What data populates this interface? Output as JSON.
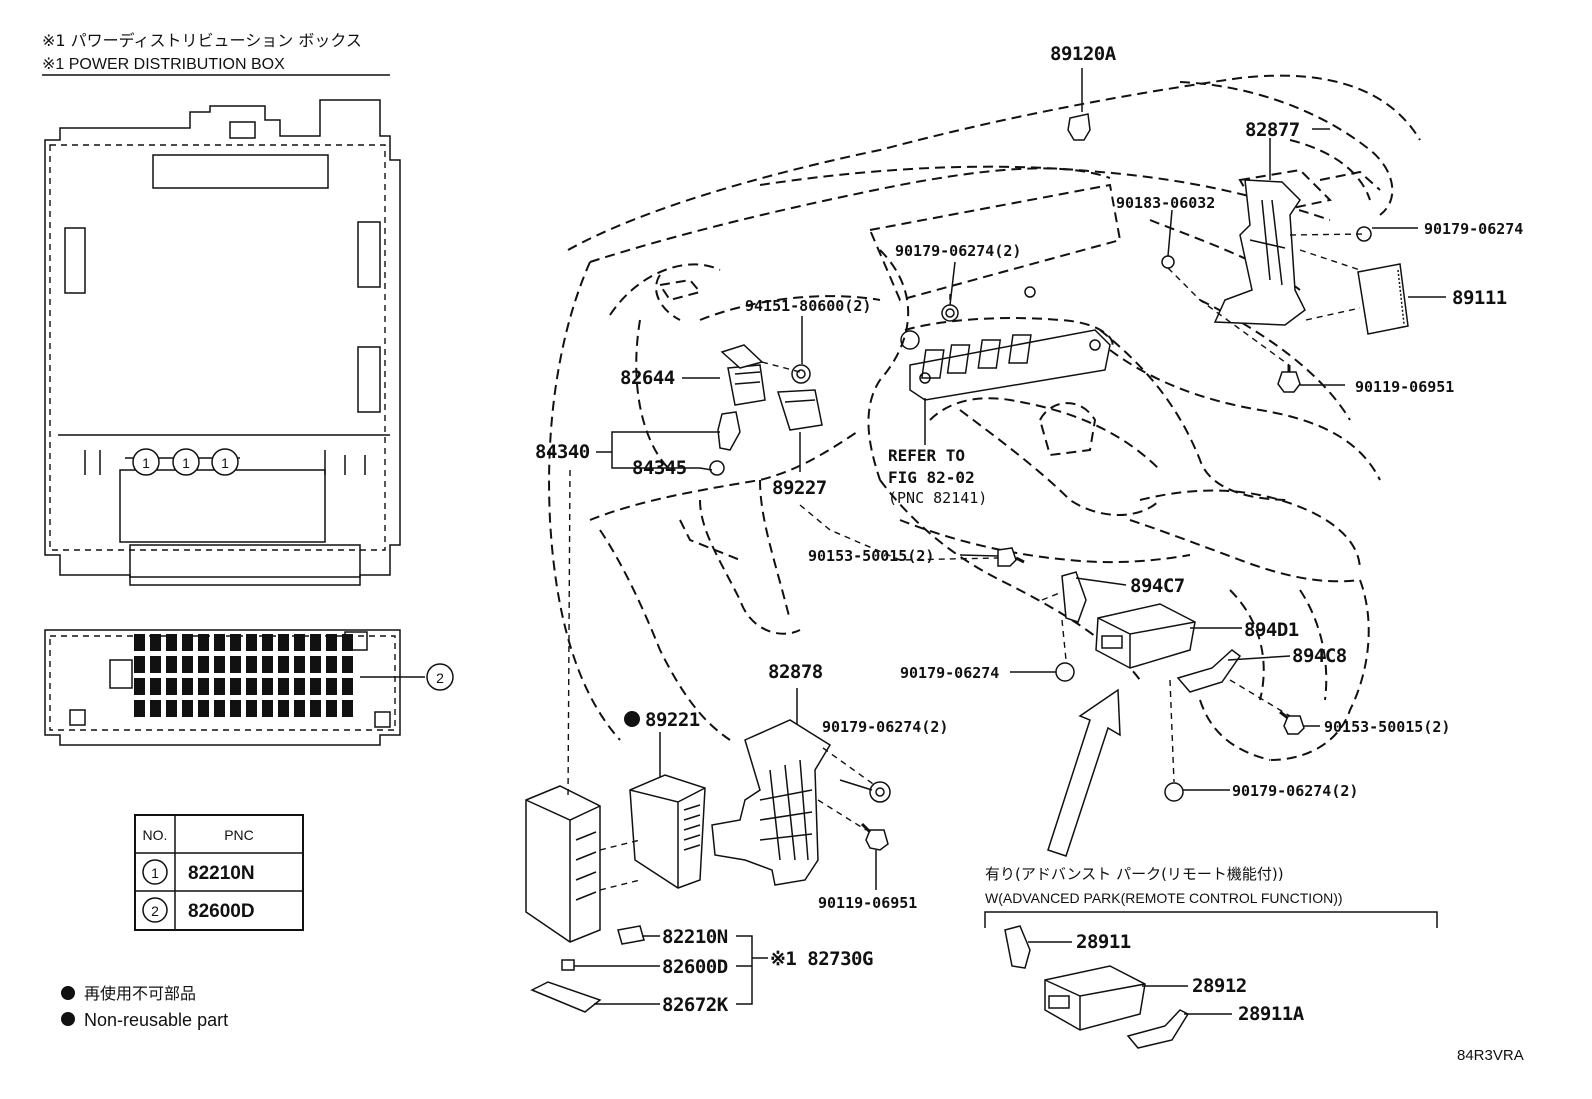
{
  "header": {
    "note_jp": "※1 パワーディストリビューション ボックス",
    "note_en": "※1 POWER DISTRIBUTION BOX"
  },
  "box_callouts": {
    "one": "1",
    "two": "2"
  },
  "pnc_table": {
    "headers": [
      "NO.",
      "PNC"
    ],
    "rows": [
      {
        "no": "1",
        "pnc": "82210N"
      },
      {
        "no": "2",
        "pnc": "82600D"
      }
    ]
  },
  "legend": {
    "jp": "再使用不可部品",
    "en": "Non-reusable part"
  },
  "parts": {
    "p89120A": "89120A",
    "p82877": "82877",
    "p90183_06032": "90183-06032",
    "p90179_06274_tr": "90179-06274",
    "p89111": "89111",
    "p90119_06951_r": "90119-06951",
    "p90179_06274_2_top": "90179-06274(2)",
    "p94151_80600_2": "94151-80600(2)",
    "p82644": "82644",
    "p84340": "84340",
    "p84345": "84345",
    "p89227": "89227",
    "ref_1": "REFER TO",
    "ref_2": "FIG 82-02",
    "ref_3": "(PNC 82141)",
    "p90153_50015_2_mid": "90153-50015(2)",
    "p894C7": "894C7",
    "p894D1": "894D1",
    "p894C8": "894C8",
    "p90179_06274_mid": "90179-06274",
    "p90153_50015_2_r": "90153-50015(2)",
    "p90179_06274_2_bot": "90179-06274(2)",
    "p82878": "82878",
    "p89221": "89221",
    "p90179_06274_2_82878": "90179-06274(2)",
    "p90119_06951_bot": "90119-06951",
    "p82210N": "82210N",
    "p82600D": "82600D",
    "p82672K": "82672K",
    "p82730G": "※1 82730G"
  },
  "advanced_park": {
    "jp": "有り(アドバンスト パーク(リモート機能付))",
    "en": "W(ADVANCED PARK(REMOTE CONTROL FUNCTION))",
    "p28911": "28911",
    "p28912": "28912",
    "p28911A": "28911A"
  },
  "figure_code": "84R3VRA"
}
